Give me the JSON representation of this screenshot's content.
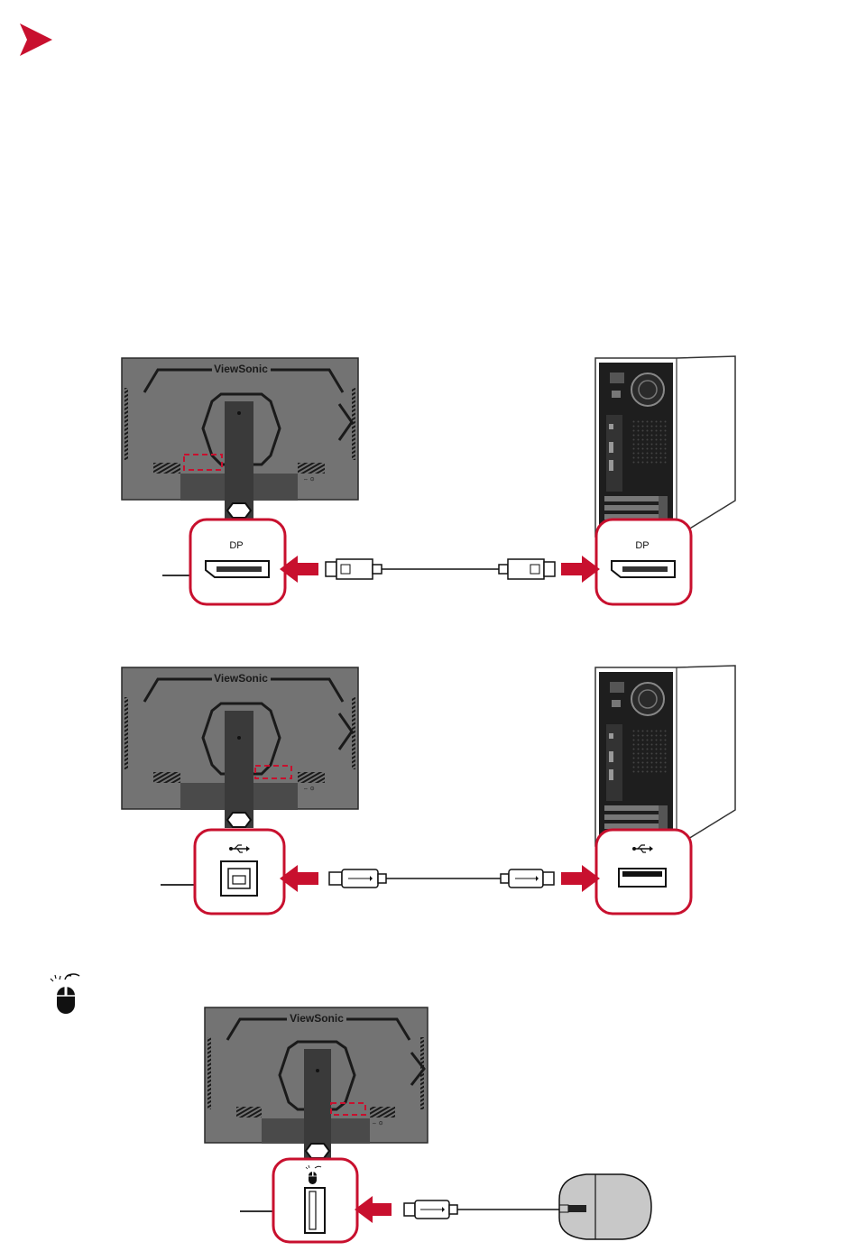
{
  "brand": {
    "accent": "#c8102e",
    "chevron_icon": "chevron-right-icon"
  },
  "monitor": {
    "logo_text": "ViewSonic"
  },
  "diagram_1": {
    "monitor_port_label": "DP",
    "pc_port_label": "DP",
    "cable": "displayport-cable-icon"
  },
  "diagram_2": {
    "monitor_port_icon": "usb-icon",
    "pc_port_icon": "usb-icon",
    "cable": "usb-b-to-a-cable-icon"
  },
  "diagram_3": {
    "section_icon": "mouse-icon",
    "port_icon": "mouse-icon",
    "peripheral": "usb-mouse-icon"
  },
  "colors": {
    "monitor_body": "#707070",
    "monitor_stand": "#3a3a3a",
    "pc_case": "#ffffff",
    "pc_panel": "#1e1e1e",
    "callout_border": "#c8102e",
    "arrow": "#c8102e",
    "mouse_body": "#c8c8c8"
  }
}
